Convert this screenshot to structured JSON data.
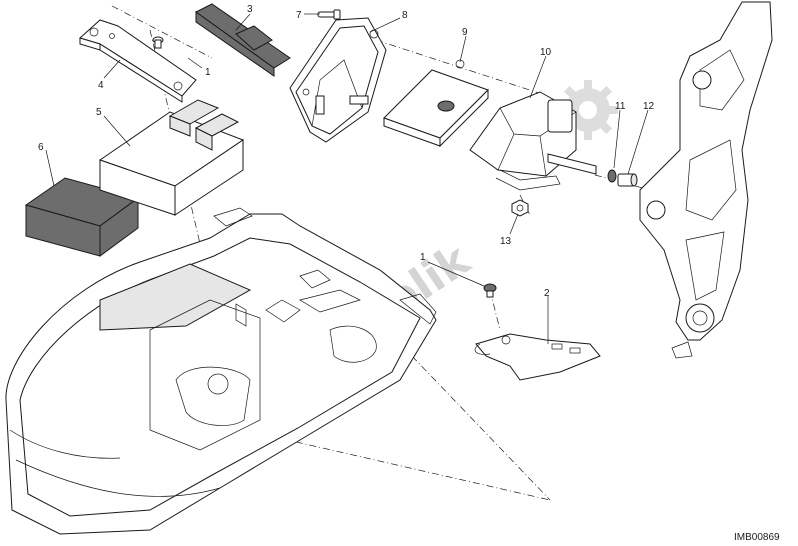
{
  "diagram": {
    "callouts": [
      "1",
      "2",
      "3",
      "4",
      "5",
      "6",
      "7",
      "8",
      "9",
      "10",
      "11",
      "12",
      "1",
      "13"
    ],
    "drawing_code": "IMB00869",
    "watermark": "Partsrepublik"
  }
}
